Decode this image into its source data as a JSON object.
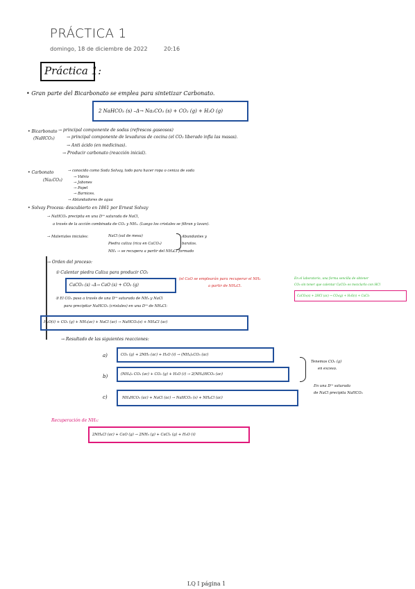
{
  "header": {
    "title": "PRÁCTICA 1",
    "date": "domingo, 18 de diciembre de 2022",
    "time": "20:16"
  },
  "note": {
    "heading": "Práctica 1:",
    "intro": "• Gran parte del Bicarbonato se emplea para sintetizar Carbonato.",
    "eq_main": "2 NaHCO₃ (s) –Δ→ Na₂CO₃ (s) + CO₂ (g) + H₂O (g)",
    "bicarb": {
      "label1": "• Bicarbonato",
      "label2": "(NaHCO₃)",
      "line1": "→ principal componente de sodas (refrescos gaseosos)",
      "line2": "→ principal componente de levaduras de cocina (el CO₂ liberado infla las masas).",
      "line3": "→ Anti ácido (en medicinas).",
      "line4": "→ Producir carbonato (reacción inicial)."
    },
    "carbonato": {
      "label1": "• Carbonato",
      "label2": "(Na₂CO₃)",
      "line1": "→ conocido como Soda Solvay, todo para hacer ropa o ceniza de soda",
      "line2": "→ Vidrio",
      "line3": "→ Jabones",
      "line4": "→ Papel",
      "line5": "→ Barnices.",
      "line6": "→ Ablandadores de agua"
    },
    "solvay": {
      "line1": "• Solvay Process: descubierto en 1861 por Ernest Solvay",
      "line2": "→ NaHCO₃ precipita en una Dᶜᵉ saturada de NaCl,",
      "line3": "a través de la acción combinada de CO₂ y NH₃. (Luego los cristales se filtran y lavan).",
      "line4": "→ Materiales iniciales:",
      "mat1": "NaCl (sal de mesa)",
      "mat2": "Piedra caliza (rica en CaCO₃)",
      "mat3": "NH₃ → se recupera a partir del NH₄Cl formado",
      "mat_note1": "Abundantes y",
      "mat_note2": "baratos.",
      "line5": "→ Orden del proceso:",
      "step1": "① Calentar piedra Caliza para producir CO₂",
      "eq1": "CaCO₃ (s) –Δ→ CaO (s) + CO₂ (g)",
      "cao_note1": "(el CaO se emplearán para recuperar el NH₃",
      "cao_note2": "a partir de NH₄Cl.",
      "step2a": "② El CO₂ pasa a través de una Dᶜᵉ saturada de NH₃ y NaCl",
      "step2b": "para precipitar NaHCO₃ (cristales) en una Dᶜᵉ de NH₄Cl:",
      "eq2": "H₂O(ℓ) + CO₂ (g) + NH₃(ac) + NaCl (ac) → NaHCO₃(s) + NH₄Cl (ac)",
      "result": "→ Resultado de las siguientes reacciones:",
      "ra_label": "a)",
      "ra": "CO₂ (g) + 2NH₃ (ac) + H₂O (ℓ) → (NH₄)₂CO₃ (ac)",
      "rb_label": "b)",
      "rb": "(NH₄)₂ CO₃ (ac) + CO₂ (g) + H₂O (ℓ) → 2(NH₄)HCO₃ (ac)",
      "rc_label": "c)",
      "rc": "NH₄HCO₃ (ac) + NaCl (ac) → NaHCO₃ (s) + NH₄Cl (ac)",
      "side1a": "Tenemos CO₂ (g)",
      "side1b": "en exceso.",
      "side2a": "En una Dᶜᵉ saturada",
      "side2b": "de NaCl precipita NaHCO₃"
    },
    "lab": {
      "line1": "En el laboratorio, una forma sencilla de obtener",
      "line2": "CO₂ sin tener que calentar CaCO₃ es mezclarlo con HCl",
      "eq": "CaCO₃(s) + 2HCl (ac) → CO₂(g) + H₂O(ℓ) + CaCl₂"
    },
    "recovery": {
      "title": "Recuperación de NH₃:",
      "eq": "2NH₄Cl (ac) + CaO (g) → 2NH₃ (g) + CaCl₂ (g) + H₂O (ℓ)"
    }
  },
  "footer": {
    "page_label": "LQ I página 1"
  },
  "colors": {
    "box_blue": "#1f4e9a",
    "box_pink": "#e0187a",
    "note_red": "#d42020",
    "note_green": "#2bb12b"
  }
}
